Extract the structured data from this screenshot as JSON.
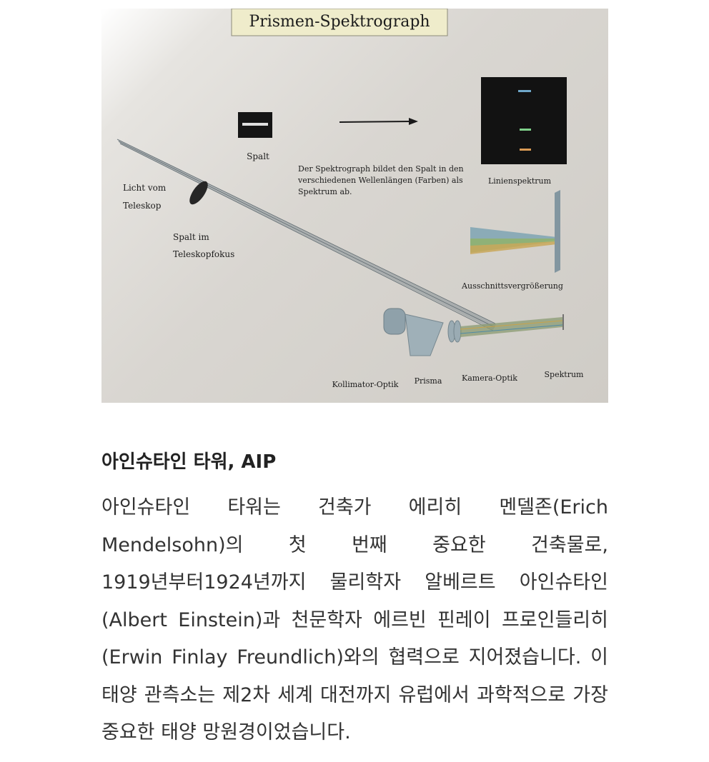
{
  "figure": {
    "header": "Prismen-Spektrograph",
    "labels": {
      "slit": "Spalt",
      "description_lines": [
        "Der Spektrograph bildet den Spalt in den",
        "verschiedenen Wellenlängen (Farben) als",
        "Spektrum ab."
      ],
      "line_spectrum": "Linienspektrum",
      "light_lines": [
        "Licht vom",
        "Teleskop"
      ],
      "slit_focus_lines": [
        "Spalt im",
        "Teleskopfokus"
      ],
      "magnification": "Ausschnittsvergrößerung",
      "collimator": "Kollimator-Optik",
      "prism": "Prisma",
      "camera": "Kamera-Optik",
      "spectrum": "Spektrum"
    },
    "spectrum_line_colors": [
      "#6fa7c9",
      "#7fd08a",
      "#d99a55"
    ]
  },
  "caption": {
    "title": "아인슈타인 타워, AIP",
    "body": "아인슈타인 타워는 건축가 에리히 멘델존(Erich Mendelsohn)의 첫 번째 중요한 건축물로, 1919년부터1924년까지 물리학자 알베르트 아인슈타인(Albert Einstein)과 천문학자 에르빈 핀레이 프로인들리히(Erwin Finlay Freundlich)와의 협력으로 지어졌습니다. 이 태양 관측소는 제2차 세계 대전까지 유럽에서 과학적으로 가장 중요한 태양 망원경이었습니다."
  }
}
